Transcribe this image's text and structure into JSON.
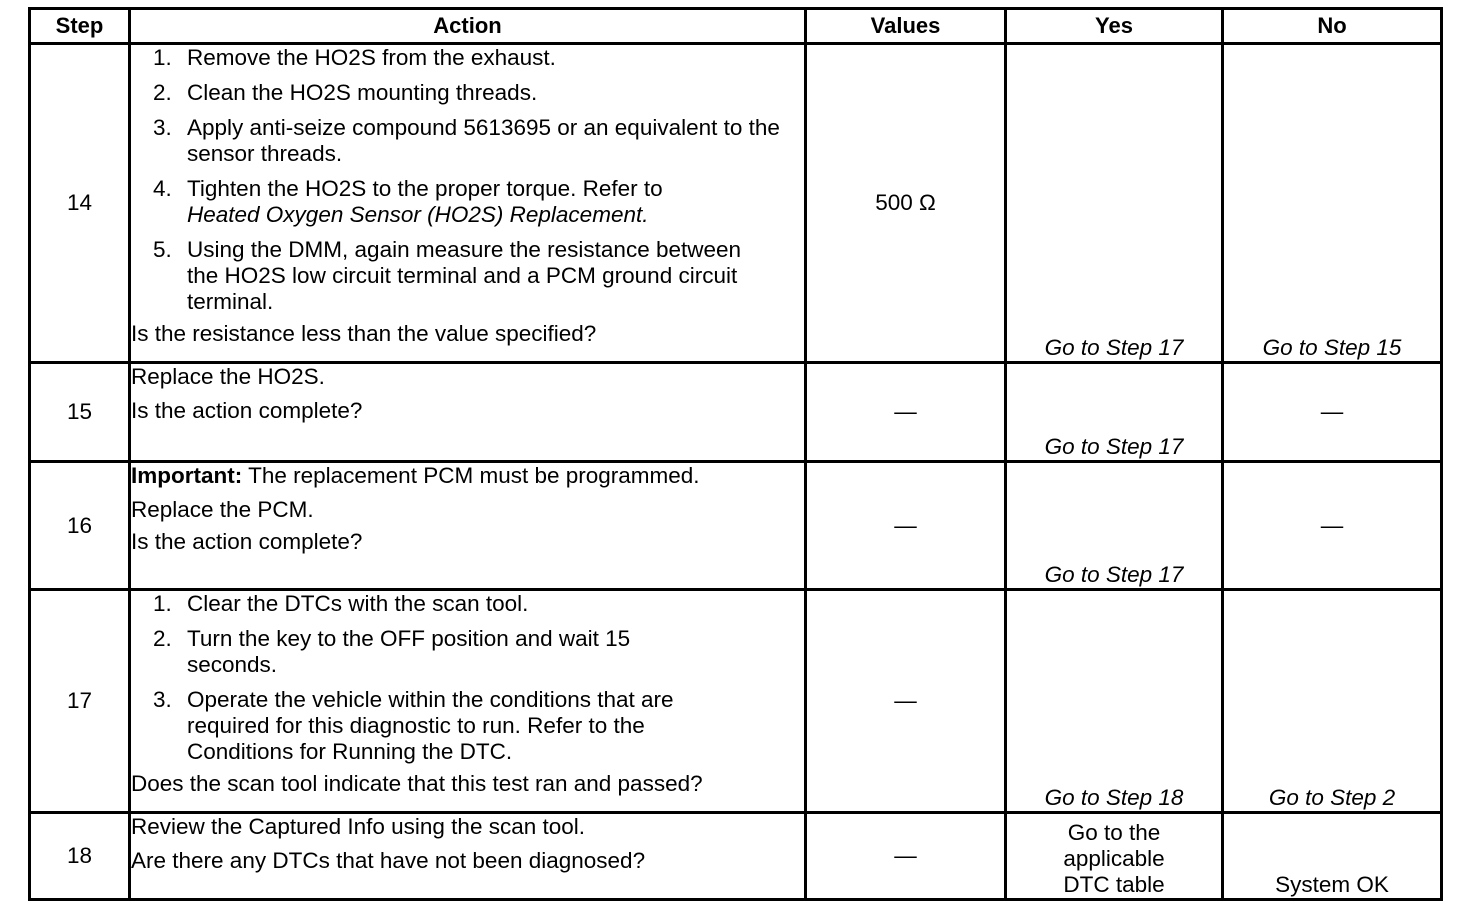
{
  "headers": {
    "step": "Step",
    "action": "Action",
    "values": "Values",
    "yes": "Yes",
    "no": "No"
  },
  "rows": [
    {
      "step": "14",
      "items": [
        {
          "num": "1.",
          "text": "Remove the HO2S from the exhaust."
        },
        {
          "num": "2.",
          "text": "Clean the HO2S mounting threads."
        },
        {
          "num": "3.",
          "text": "Apply anti-seize compound 5613695 or an equivalent to the sensor threads."
        },
        {
          "num": "4.",
          "text": "Tighten the HO2S to the proper torque. Refer to",
          "ref": "Heated Oxygen Sensor (HO2S) Replacement."
        },
        {
          "num": "5.",
          "text": "Using the DMM, again measure the resistance between the HO2S low circuit terminal and a PCM ground circuit terminal."
        }
      ],
      "question": "Is the resistance less than the value specified?",
      "value": "500 Ω",
      "yes": "Go to Step 17",
      "no": "Go to Step 15"
    },
    {
      "step": "15",
      "instruction": "Replace the HO2S.",
      "question": "Is the action complete?",
      "value": "—",
      "yes": "Go to Step 17",
      "no": "—"
    },
    {
      "step": "16",
      "important_label": "Important:",
      "important_text": "The replacement PCM must be programmed.",
      "instruction": "Replace the PCM.",
      "question": "Is the action complete?",
      "value": "—",
      "yes": "Go to Step 17",
      "no": "—"
    },
    {
      "step": "17",
      "items": [
        {
          "num": "1.",
          "text": "Clear the DTCs with the scan tool."
        },
        {
          "num": "2.",
          "text": "Turn the key to the OFF position and wait 15 seconds."
        },
        {
          "num": "3.",
          "text": "Operate the vehicle within the conditions that are required for this diagnostic to run. Refer to the Conditions for Running the DTC."
        }
      ],
      "question": "Does the scan tool indicate that this test ran and passed?",
      "value": "—",
      "yes": "Go to Step 18",
      "no": "Go to Step 2"
    },
    {
      "step": "18",
      "instruction": "Review the Captured Info using the scan tool.",
      "question": "Are there any DTCs that have not been diagnosed?",
      "value": "—",
      "yes_lines": [
        "Go to the",
        "applicable",
        "DTC table"
      ],
      "no": "System OK"
    }
  ]
}
